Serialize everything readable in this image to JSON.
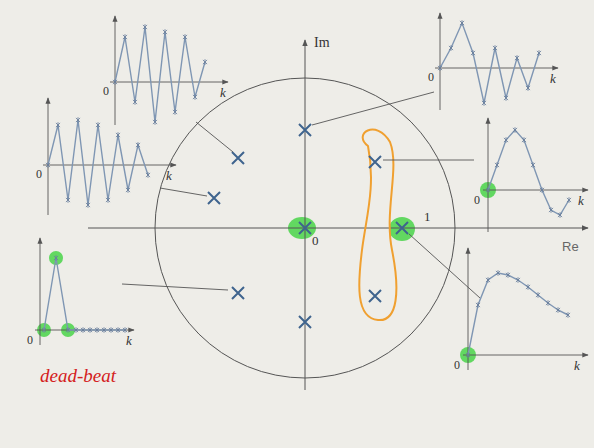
{
  "diagram": {
    "labels": [
      "Im",
      "Re",
      "0",
      "1",
      "0",
      "k",
      "0",
      "k",
      "0",
      "k",
      "0",
      "k",
      "0",
      "k",
      "0",
      "k",
      "dead-beat"
    ]
  }
}
